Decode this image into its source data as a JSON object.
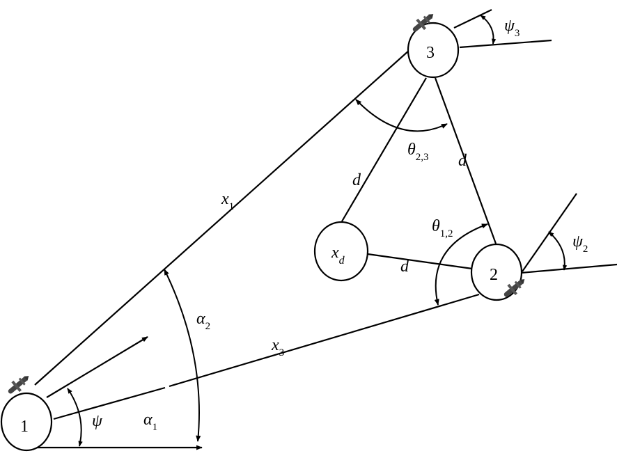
{
  "nodes": {
    "n1": "1",
    "n2": "2",
    "n3": "3",
    "xd_main": "x",
    "xd_sub": "d"
  },
  "edge_labels": {
    "x1_main": "x",
    "x1_sub": "1",
    "x3_main": "x",
    "x3_sub": "3",
    "d_left": "d",
    "d_right": "d",
    "d_bottom": "d"
  },
  "angle_labels": {
    "alpha1_main": "α",
    "alpha1_sub": "1",
    "alpha2_main": "α",
    "alpha2_sub": "2",
    "psi": "ψ",
    "psi2_main": "ψ",
    "psi2_sub": "2",
    "psi3_main": "ψ",
    "psi3_sub": "3",
    "theta12_main": "θ",
    "theta12_sub": "1,2",
    "theta23_main": "θ",
    "theta23_sub": "2,3"
  }
}
